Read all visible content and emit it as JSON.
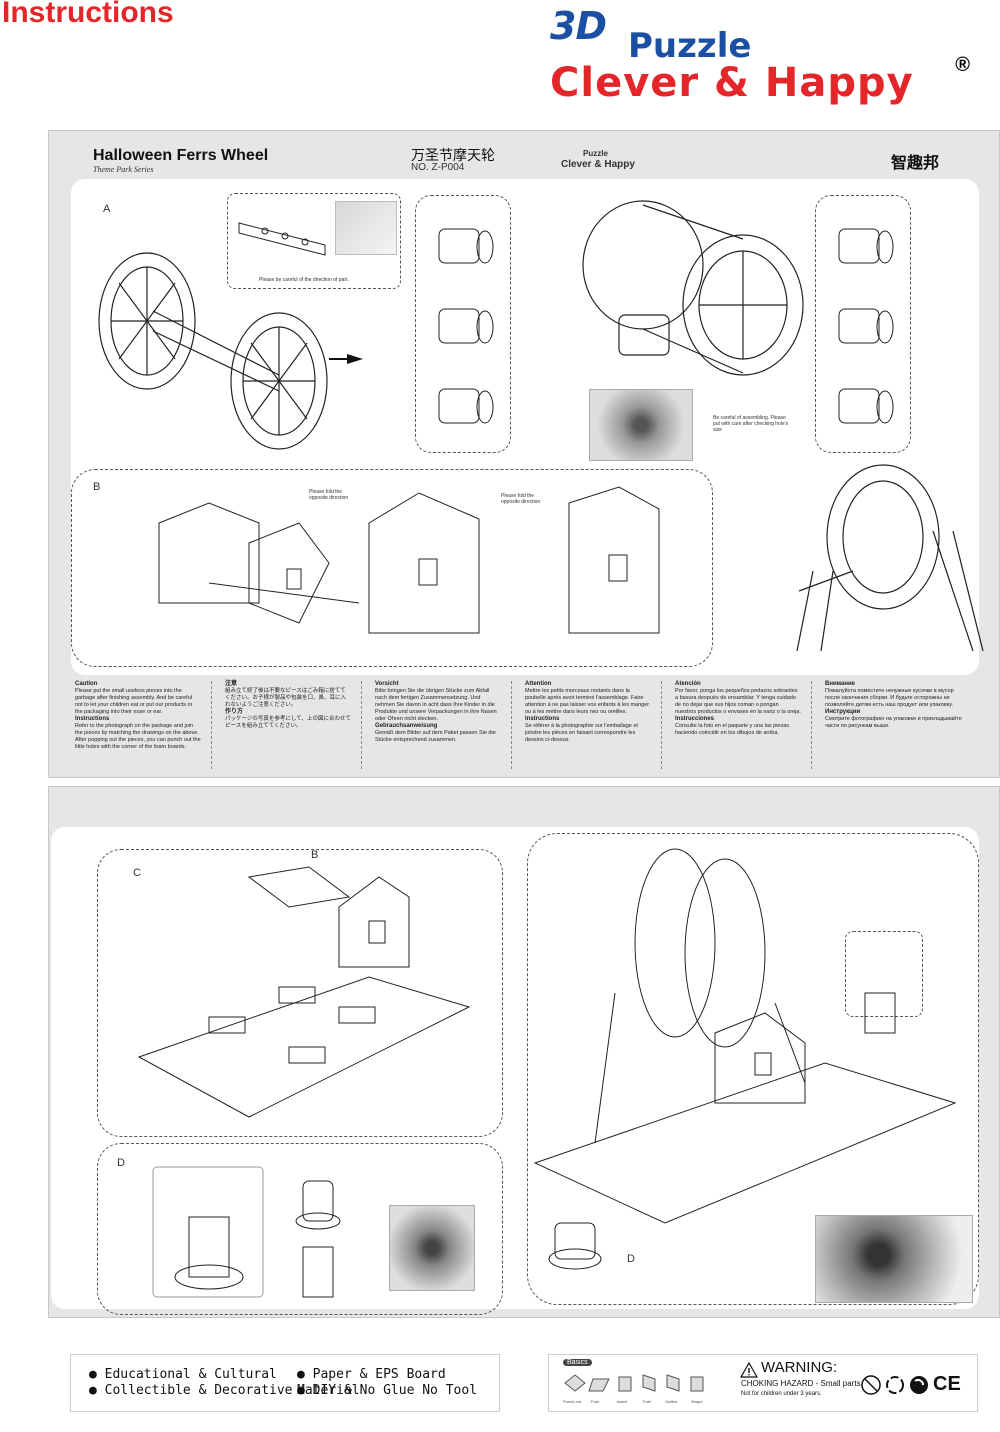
{
  "header": {
    "title": "Instructions",
    "logo_3d": "3D",
    "logo_puzzle": "Puzzle",
    "logo_brand": "Clever & Happy",
    "logo_registered": "®"
  },
  "sheet1": {
    "product_title": "Halloween Ferrs Wheel",
    "series": "Theme Park Series",
    "chinese_title": "万圣节摩天轮",
    "product_no": "NO. Z-P004",
    "brand_small_puzzle": "Puzzle",
    "brand_small": "Clever & Happy",
    "brand_cn": "智趣邦",
    "section_a": "A",
    "section_b": "B",
    "note_direction": "Please be careful of the direction of part.",
    "note_careful": "Be careful of assembling. Please put with care after checking hole's size",
    "note_b1": "Please fold the opposite direction",
    "note_b2": "Please fold the opposite direction"
  },
  "languages": [
    {
      "heading": "Caution",
      "body": "Please put the small useless pieces into the garbage after finishing assembly. And be careful not to let your children eat or put our products or the packaging into their nose or ear.",
      "heading2": "Instructions",
      "body2": "Refer to the photograph on the package and join the pieces by matching the drawings on the above. After popping out the pieces, you can punch out the little holes with the corner of the foam boards."
    },
    {
      "heading": "注意",
      "body": "組み立て終了後は不要なピースはごみ箱に捨ててください。お子様が製品や包装を口、鼻、耳に入れないようご注意ください。",
      "heading2": "作り方",
      "body2": "パッケージの写真を参考にして、上の図に合わせてピースを組み立ててください。"
    },
    {
      "heading": "Vorsicht",
      "body": "Bitte bringen Sie die übrigen Stücke zum Abfall nach dem fertigen Zusammensetzung. Und nehmen Sie davon in acht dass Ihre Kinder in die Produkte und unsere Verpackungen in ihre Nasen oder Ohren nicht stecken.",
      "heading2": "Gebrauchsanweisung",
      "body2": "Gemäß dem Bilder auf dem Paket passen Sie die Stücke entsprechend zusammen."
    },
    {
      "heading": "Attention",
      "body": "Mettre les petits morceaux restants dans la poubelle après avoir terminé l'assemblage. Faire attention à ne pas laisser vos enfants à les manger ou à les mettre dans leurs nez ou oreilles.",
      "heading2": "Instructions",
      "body2": "Se référer à la photographie sur l'emballage et joindre les pièces en faisant correspondre les dessins ci-dessus."
    },
    {
      "heading": "Atención",
      "body": "Por favor, ponga los pequeños pedazos sobrantes a basura después de ensamblar. Y tenga cuidado de no dejar que sus hijos coman o pongan nuestros productos o envases en la nariz o la oreja.",
      "heading2": "Instrucciones",
      "body2": "Consulte la foto en el paquete y una las piezas haciendo coincidir en los dibujos de arriba."
    },
    {
      "heading": "Внимание",
      "body": "Пожалуйста поместите ненужные кусочки в мусор после окончания сборки. И будьте осторожны не позволяйте детям есть наш продукт или упаковку.",
      "heading2": "Инструкции",
      "body2": "Смотрите фотографию на упаковке и прикладывайте части по рисункам выше."
    }
  ],
  "sheet2": {
    "section_c": "C",
    "section_b": "B",
    "section_d": "D",
    "section_d2": "D"
  },
  "features": {
    "items": [
      "Educational & Cultural",
      "Collectible & Decorative",
      "Paper & EPS Board Material",
      "DIY & No Glue No Tool"
    ]
  },
  "basics": {
    "label": "Basics",
    "steps": [
      "Punch out",
      "Fold",
      "Insert",
      "Fold",
      "Outline",
      "Shape"
    ]
  },
  "warning": {
    "title": "WARNING:",
    "line1": "CHOKING HAZARD - Small parts.",
    "line2": "Not for children under 3 years."
  }
}
